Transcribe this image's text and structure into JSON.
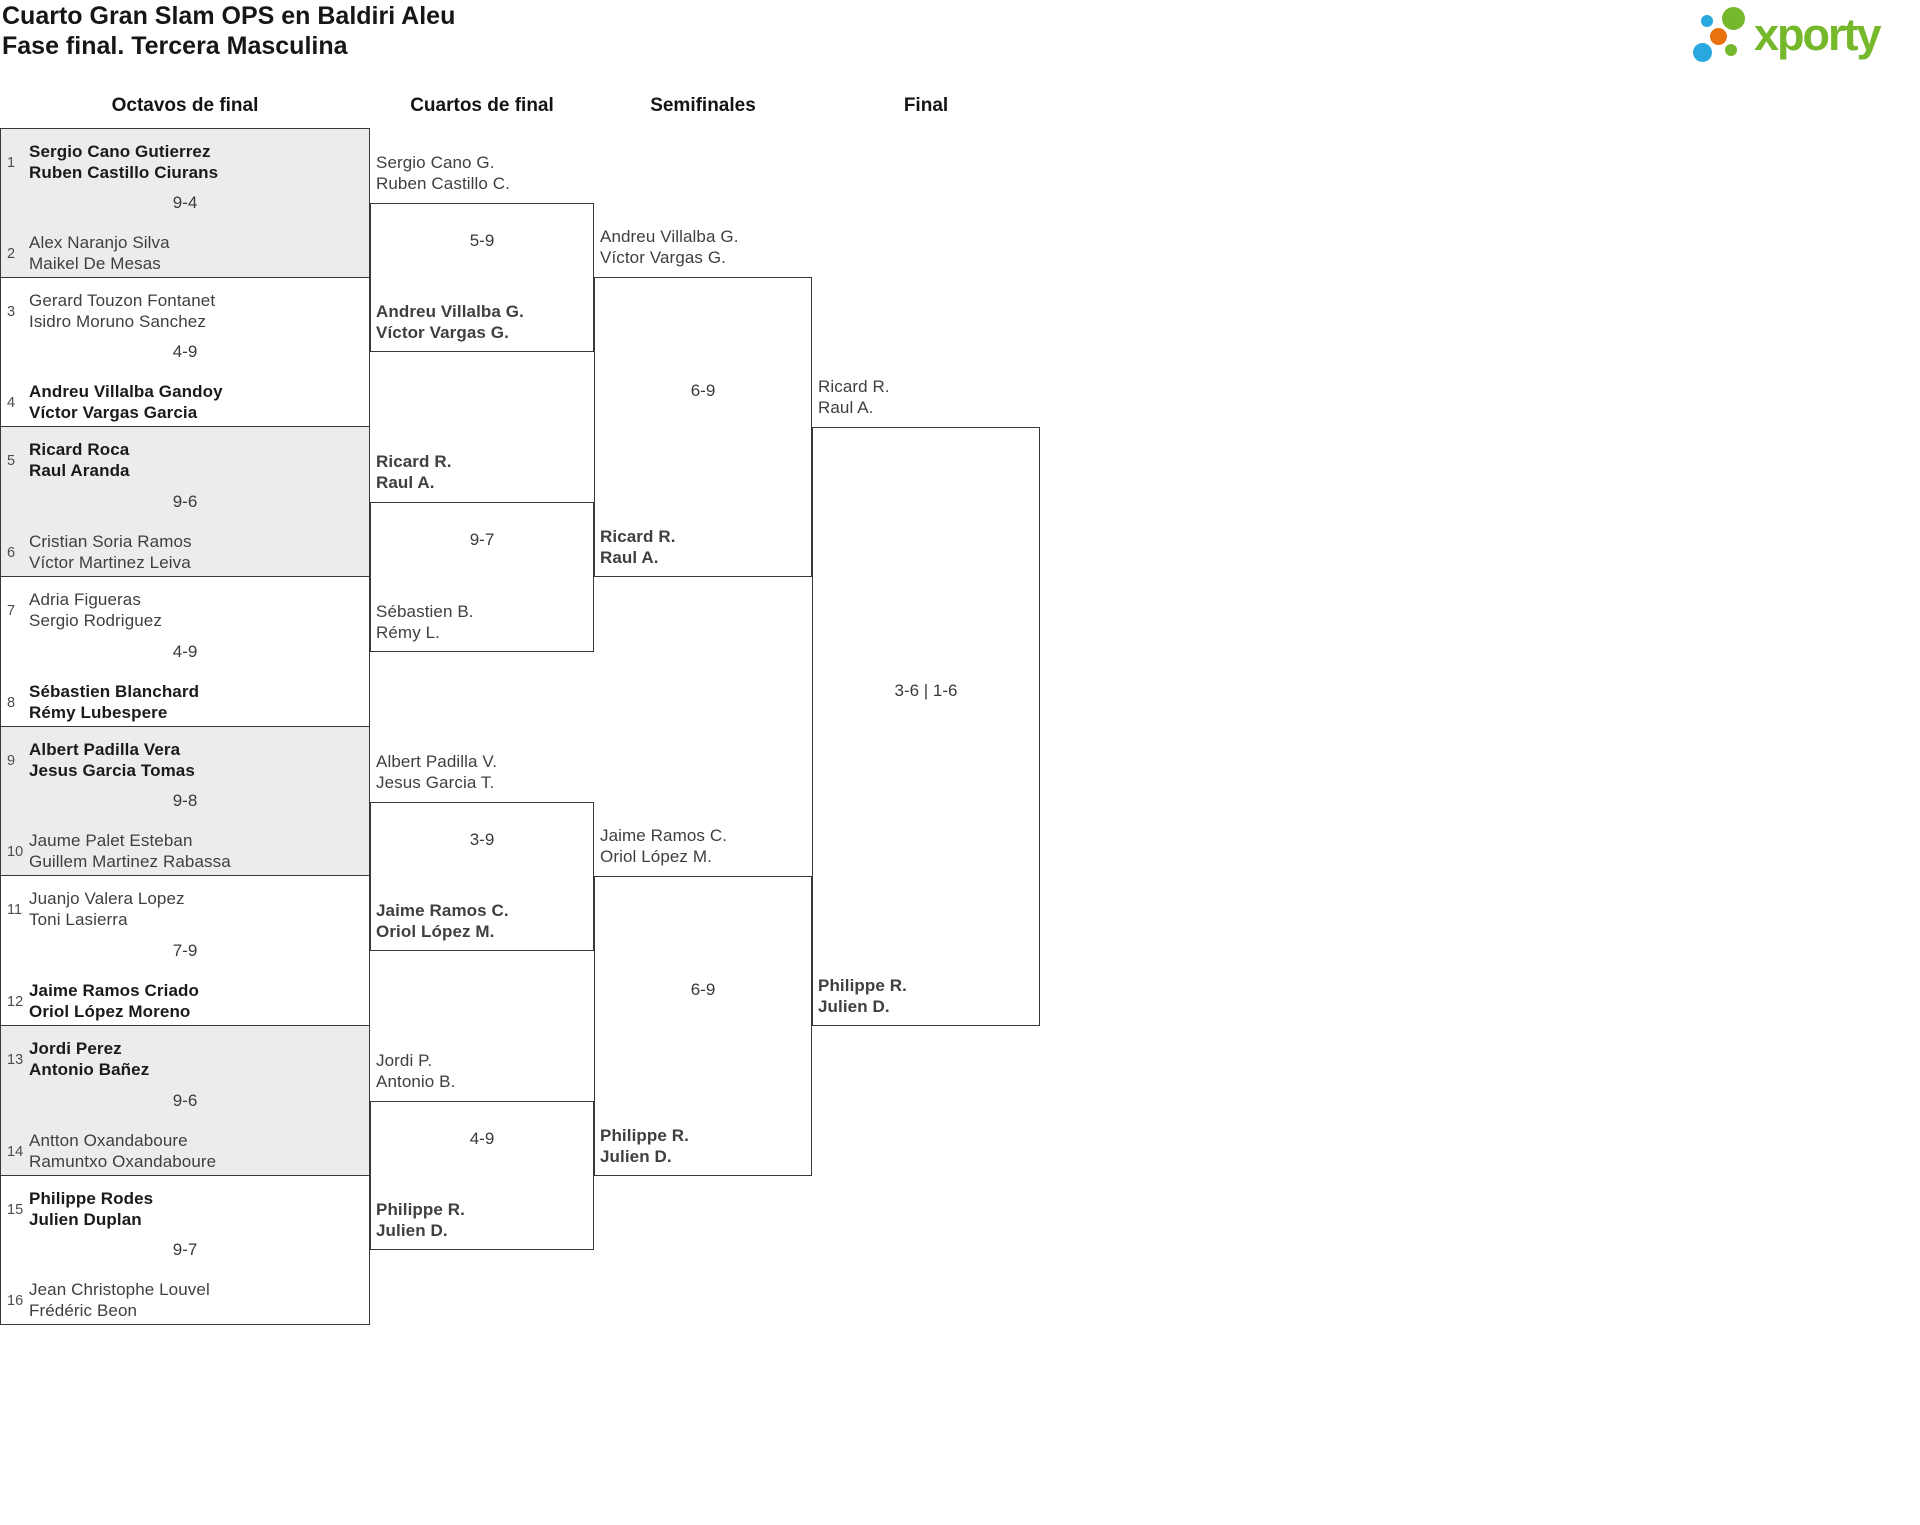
{
  "title": {
    "line1": "Cuarto Gran Slam OPS en Baldiri Aleu",
    "line2": "Fase final. Tercera Masculina"
  },
  "logo": {
    "brand": "xporty",
    "green": "#76b82b",
    "blue": "#29a8e0",
    "orange": "#e8720e"
  },
  "round_headers": [
    "Octavos de final",
    "Cuartos de final",
    "Semifinales",
    "Final"
  ],
  "rounds": {
    "octavos": [
      {
        "seedA": "1",
        "teamA": [
          "Sergio Cano Gutierrez",
          "Ruben Castillo Ciurans"
        ],
        "winnerA": true,
        "seedB": "2",
        "teamB": [
          "Alex Naranjo Silva",
          "Maikel De Mesas"
        ],
        "winnerB": false,
        "score": "9-4",
        "shaded": true
      },
      {
        "seedA": "3",
        "teamA": [
          "Gerard Touzon Fontanet",
          "Isidro Moruno Sanchez"
        ],
        "winnerA": false,
        "seedB": "4",
        "teamB": [
          "Andreu Villalba Gandoy",
          "Víctor Vargas Garcia"
        ],
        "winnerB": true,
        "score": "4-9",
        "shaded": false
      },
      {
        "seedA": "5",
        "teamA": [
          "Ricard Roca",
          "Raul Aranda"
        ],
        "winnerA": true,
        "seedB": "6",
        "teamB": [
          "Cristian Soria Ramos",
          "Víctor Martinez Leiva"
        ],
        "winnerB": false,
        "score": "9-6",
        "shaded": true
      },
      {
        "seedA": "7",
        "teamA": [
          "Adria Figueras",
          "Sergio Rodriguez"
        ],
        "winnerA": false,
        "seedB": "8",
        "teamB": [
          "Sébastien Blanchard",
          "Rémy Lubespere"
        ],
        "winnerB": true,
        "score": "4-9",
        "shaded": false
      },
      {
        "seedA": "9",
        "teamA": [
          "Albert Padilla Vera",
          "Jesus Garcia Tomas"
        ],
        "winnerA": true,
        "seedB": "10",
        "teamB": [
          "Jaume Palet Esteban",
          "Guillem Martinez Rabassa"
        ],
        "winnerB": false,
        "score": "9-8",
        "shaded": true
      },
      {
        "seedA": "11",
        "teamA": [
          "Juanjo Valera Lopez",
          "Toni Lasierra"
        ],
        "winnerA": false,
        "seedB": "12",
        "teamB": [
          "Jaime Ramos Criado",
          "Oriol López Moreno"
        ],
        "winnerB": true,
        "score": "7-9",
        "shaded": false
      },
      {
        "seedA": "13",
        "teamA": [
          "Jordi Perez",
          "Antonio Bañez"
        ],
        "winnerA": true,
        "seedB": "14",
        "teamB": [
          "Antton Oxandaboure",
          "Ramuntxo Oxandaboure"
        ],
        "winnerB": false,
        "score": "9-6",
        "shaded": true
      },
      {
        "seedA": "15",
        "teamA": [
          "Philippe Rodes",
          "Julien Duplan"
        ],
        "winnerA": true,
        "seedB": "16",
        "teamB": [
          "Jean Christophe Louvel",
          "Frédéric Beon"
        ],
        "winnerB": false,
        "score": "9-7",
        "shaded": false
      }
    ],
    "cuartos": [
      {
        "teamA": [
          "Sergio Cano G.",
          "Ruben Castillo C."
        ],
        "winnerA": false,
        "teamB": [
          "Andreu Villalba G.",
          "Víctor Vargas G."
        ],
        "winnerB": true,
        "score": "5-9"
      },
      {
        "teamA": [
          "Ricard R.",
          "Raul A."
        ],
        "winnerA": true,
        "teamB": [
          "Sébastien B.",
          "Rémy L."
        ],
        "winnerB": false,
        "score": "9-7"
      },
      {
        "teamA": [
          "Albert Padilla V.",
          "Jesus Garcia T."
        ],
        "winnerA": false,
        "teamB": [
          "Jaime Ramos C.",
          "Oriol López M."
        ],
        "winnerB": true,
        "score": "3-9"
      },
      {
        "teamA": [
          "Jordi P.",
          "Antonio B."
        ],
        "winnerA": false,
        "teamB": [
          "Philippe R.",
          "Julien D."
        ],
        "winnerB": true,
        "score": "4-9"
      }
    ],
    "semifinales": [
      {
        "teamA": [
          "Andreu Villalba G.",
          "Víctor Vargas G."
        ],
        "winnerA": false,
        "teamB": [
          "Ricard R.",
          "Raul A."
        ],
        "winnerB": true,
        "score": "6-9"
      },
      {
        "teamA": [
          "Jaime Ramos C.",
          "Oriol López M."
        ],
        "winnerA": false,
        "teamB": [
          "Philippe R.",
          "Julien D."
        ],
        "winnerB": true,
        "score": "6-9"
      }
    ],
    "final": {
      "teamA": [
        "Ricard R.",
        "Raul A."
      ],
      "winnerA": false,
      "teamB": [
        "Philippe R.",
        "Julien D."
      ],
      "winnerB": true,
      "score": "3-6 | 1-6"
    }
  }
}
